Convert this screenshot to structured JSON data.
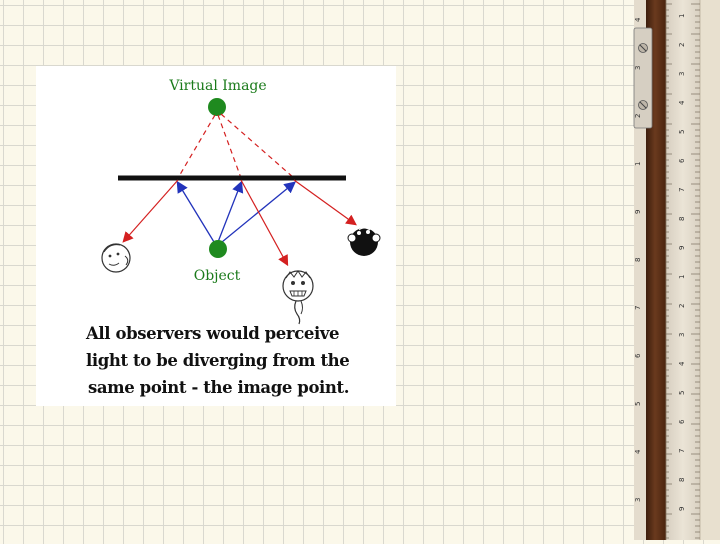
{
  "diagram": {
    "virtual_image_label": "Virtual Image",
    "object_label": "Object",
    "caption_lines": [
      "All observers would perceive",
      "light to be diverging from the",
      "same point - the image point."
    ]
  },
  "ruler": {
    "left_numbers": [
      "4",
      "3",
      "2",
      "1",
      "9",
      "8",
      "7",
      "6",
      "5",
      "4",
      "3"
    ],
    "right_numbers": [
      "1",
      "2",
      "3",
      "4",
      "5",
      "6",
      "7",
      "8",
      "9",
      "1",
      "2",
      "3",
      "4",
      "5",
      "6",
      "7",
      "8",
      "9"
    ]
  },
  "colors": {
    "image_dot": "#1f8a1f",
    "object_dot": "#1f8a1f",
    "label_green": "#1a7a1a",
    "incident_ray": "#2233bb",
    "reflected_ray": "#d42020",
    "mirror": "#111111"
  }
}
